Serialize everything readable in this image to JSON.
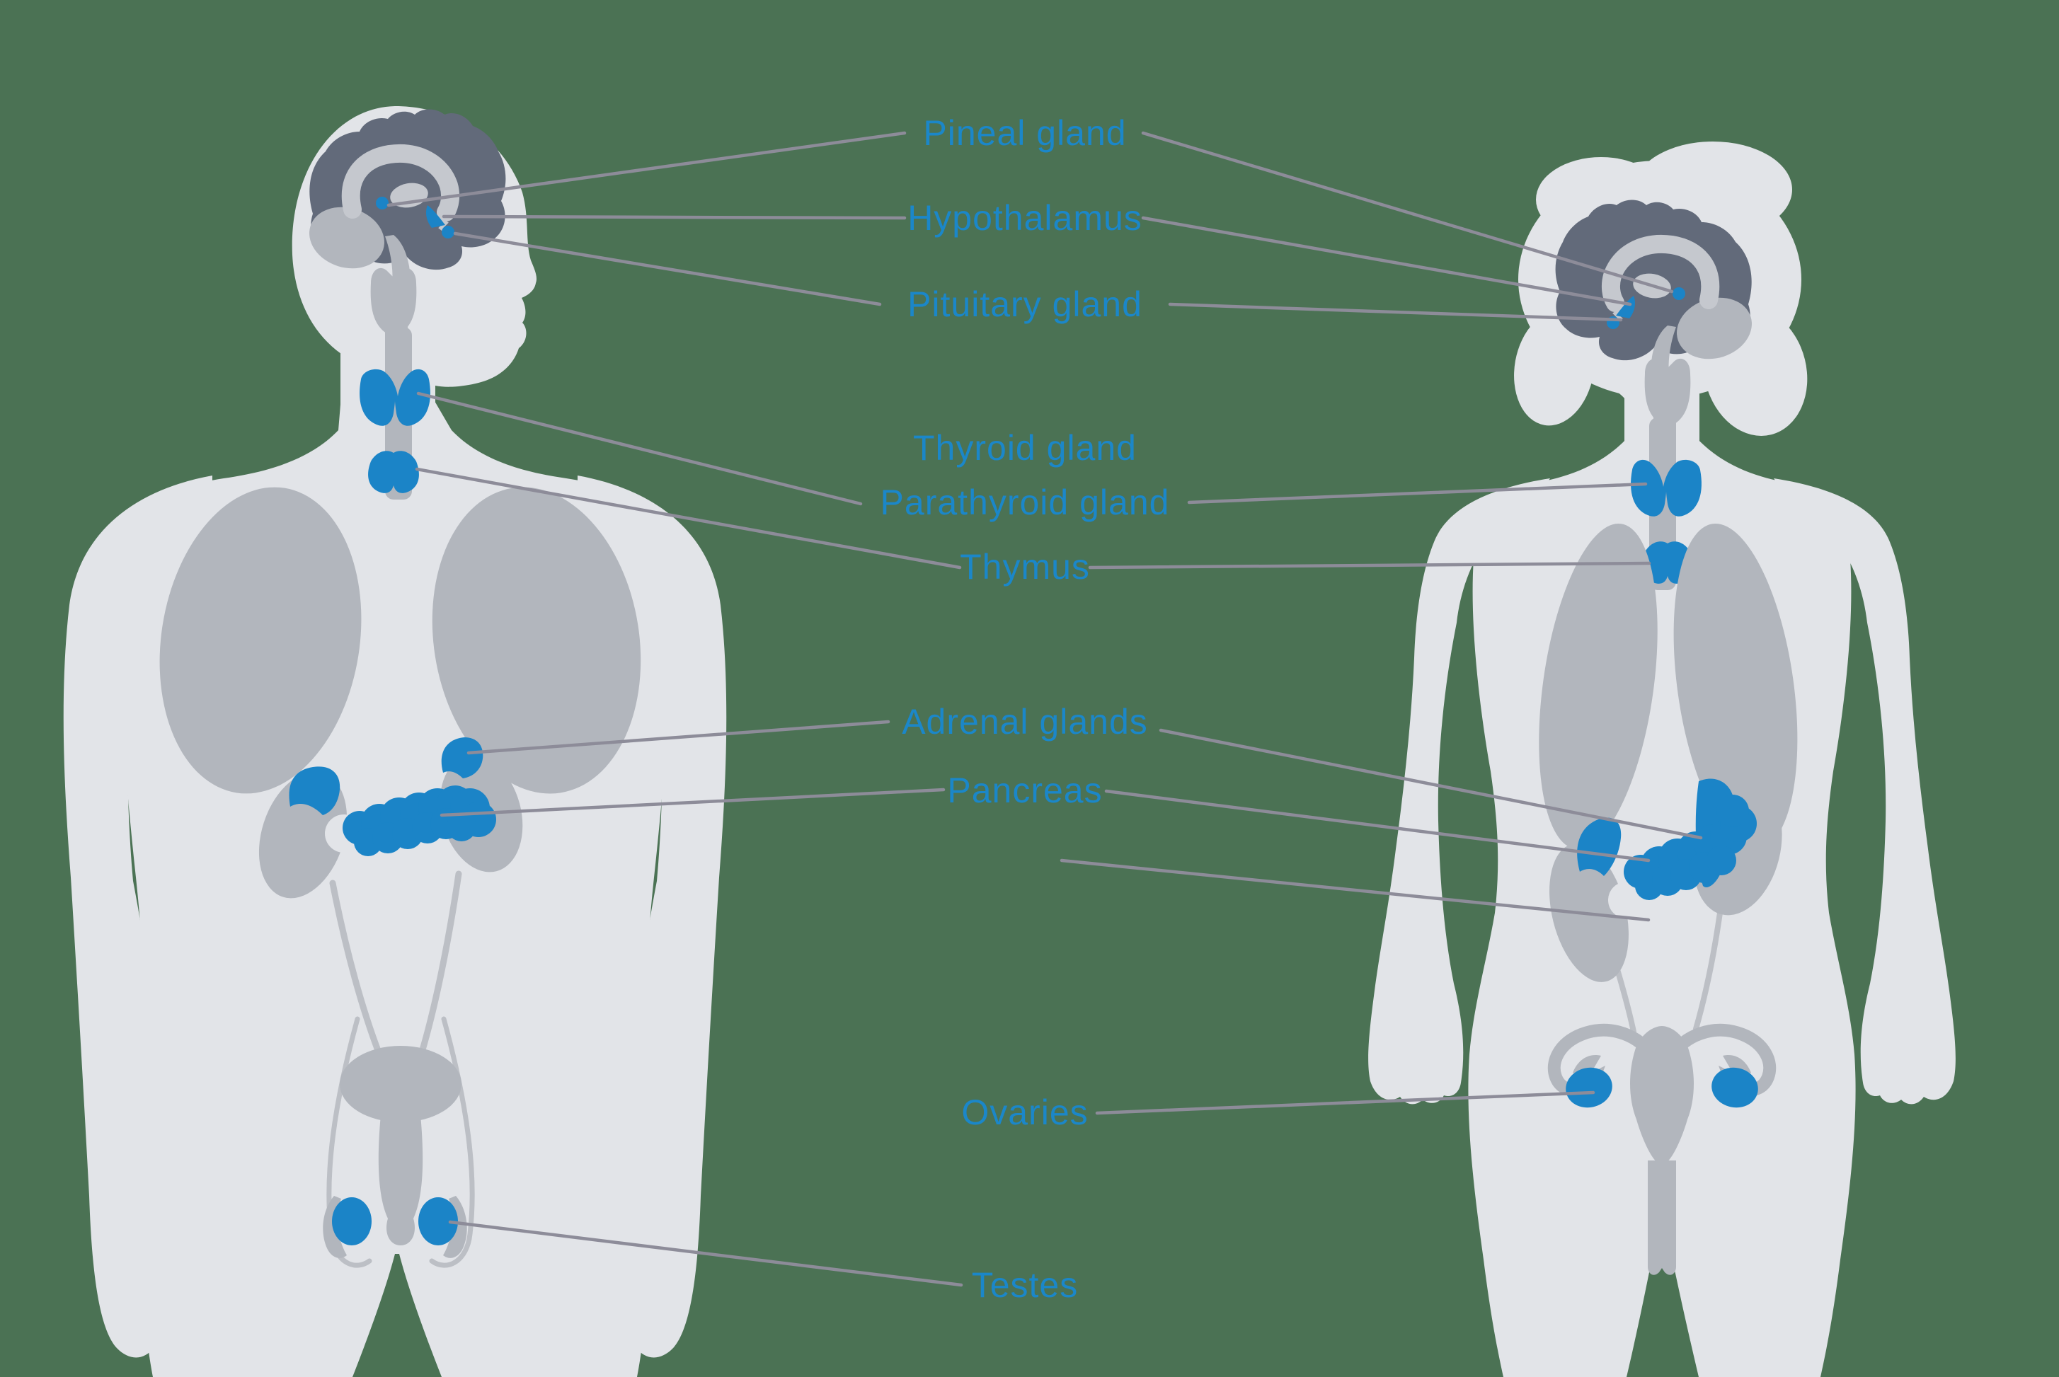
{
  "diagram": {
    "subject": "endocrine-system-male-female"
  },
  "labels": {
    "pineal_gland": "Pineal gland",
    "hypothalamus": "Hypothalamus",
    "pituitary_gland": "Pituitary gland",
    "thyroid_gland": "Thyroid gland",
    "parathyroid_gland": "Parathyroid gland",
    "thymus": "Thymus",
    "adrenal_glands": "Adrenal glands",
    "pancreas": "Pancreas",
    "ovaries": "Ovaries",
    "testes": "Testes"
  },
  "colors": {
    "background": "#4b7254",
    "body": "#e2e4e8",
    "organ_gray": "#b2b6bd",
    "brain_dark": "#626a7a",
    "brain_inner": "#c5c8ce",
    "gland_blue": "#1b84c7",
    "label_blue": "#1b87c9",
    "connector_gray": "#8d8c99",
    "outline_gray": "#bcbfc5"
  }
}
